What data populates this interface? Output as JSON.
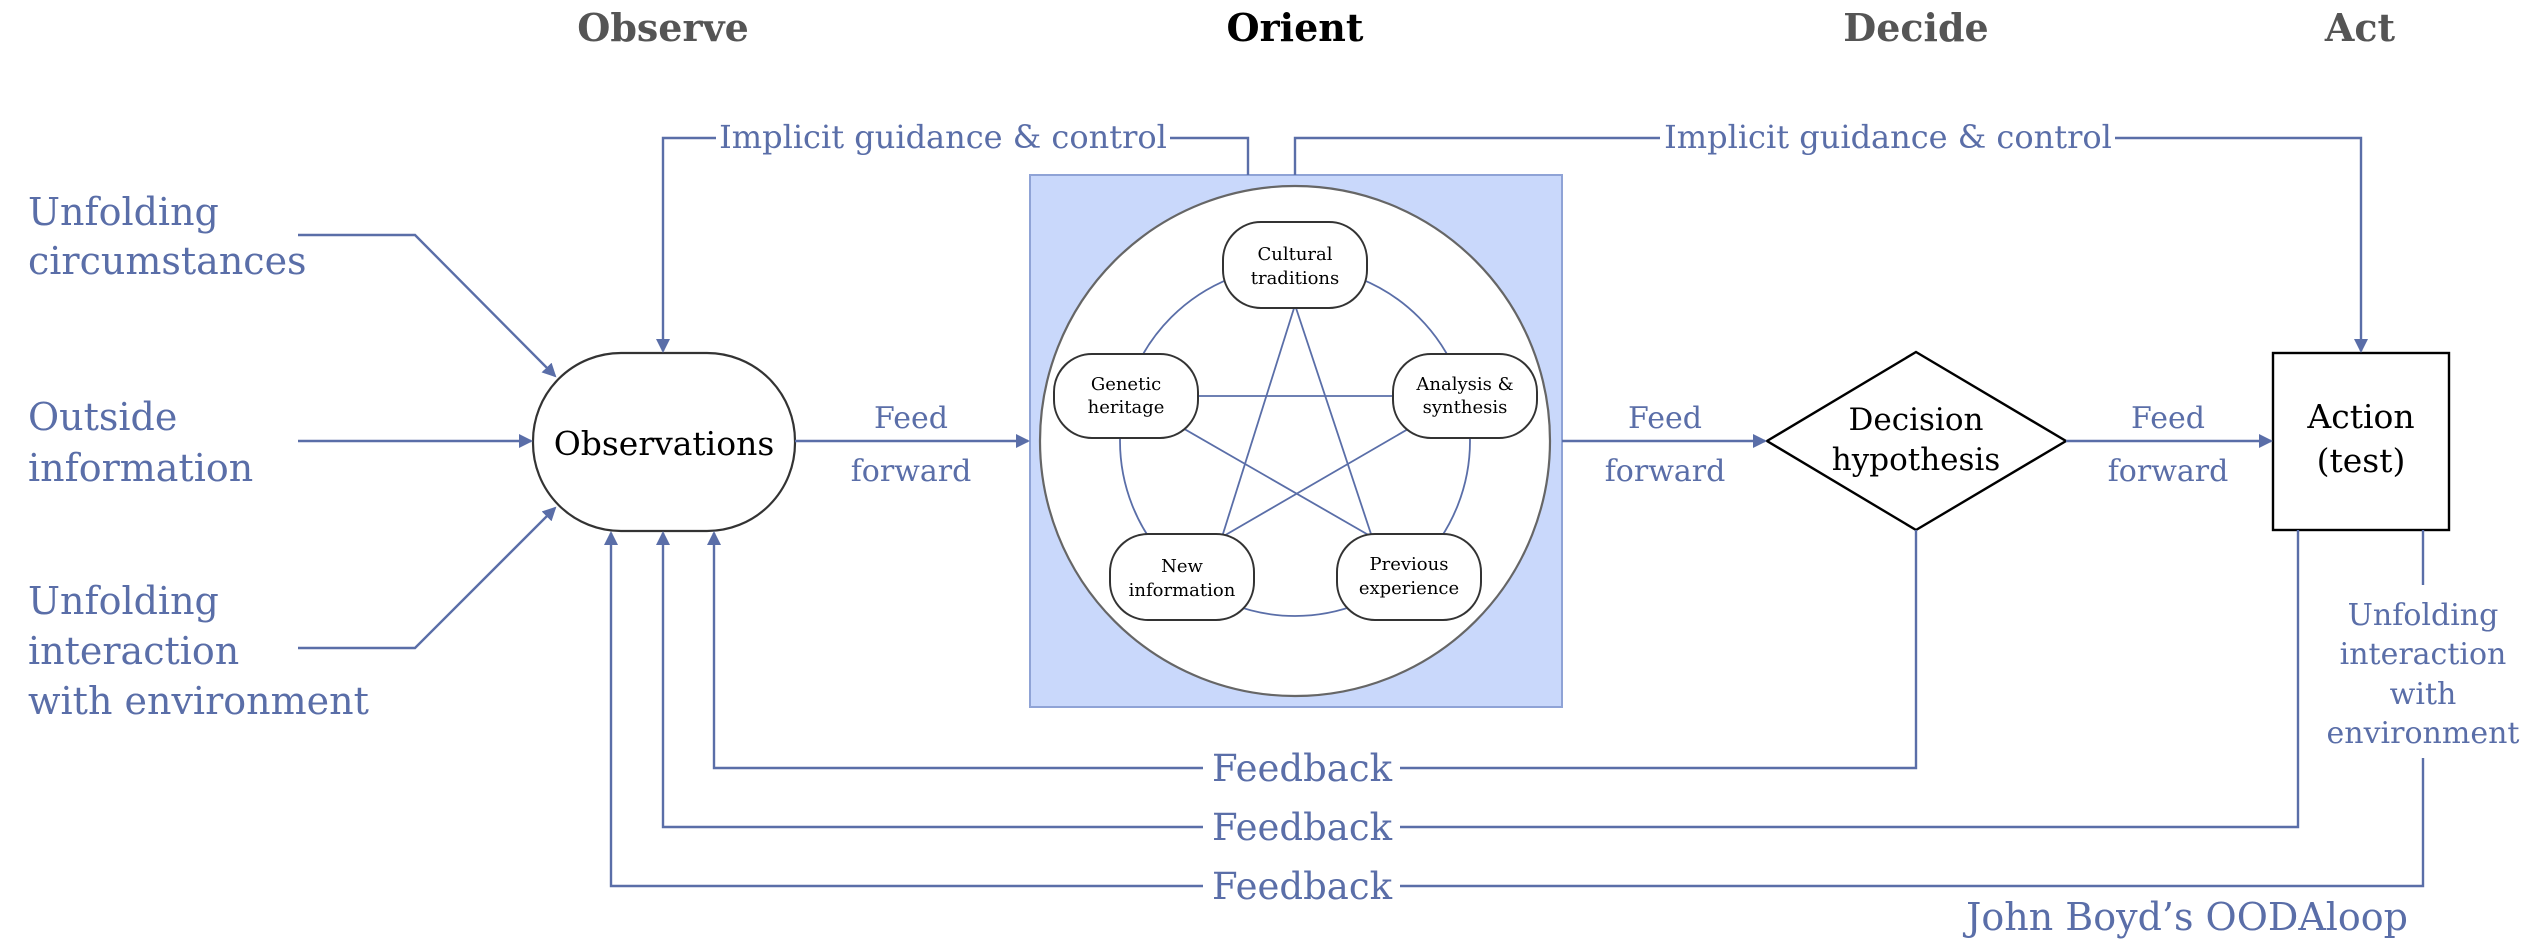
{
  "colors": {
    "accent": "#5a6ea8",
    "orient_panel": "#c9d8fb",
    "text": "#000000",
    "phase_muted": "#555555"
  },
  "phases": {
    "observe": "Observe",
    "orient": "Orient",
    "decide": "Decide",
    "act": "Act"
  },
  "inputs": {
    "unfolding_circumstances": [
      "Unfolding",
      "circumstances"
    ],
    "outside_information": [
      "Outside",
      "information"
    ],
    "unfolding_interaction": [
      "Unfolding",
      "interaction",
      "with environment"
    ]
  },
  "nodes": {
    "observations": "Observations",
    "decision": [
      "Decision",
      "hypothesis"
    ],
    "action": [
      "Action",
      "(test)"
    ]
  },
  "orient_nodes": {
    "cultural": [
      "Cultural",
      "traditions"
    ],
    "genetic": [
      "Genetic",
      "heritage"
    ],
    "analysis": [
      "Analysis &",
      "synthesis"
    ],
    "new_info": [
      "New",
      "information"
    ],
    "previous": [
      "Previous",
      "experience"
    ]
  },
  "labels": {
    "implicit_guidance": "Implicit guidance & control",
    "feed": "Feed",
    "forward": "forward",
    "feedback": "Feedback",
    "unfolding_interaction_right": [
      "Unfolding",
      "interaction",
      "with",
      "environment"
    ],
    "caption": "John Boyd’s OODAloop"
  }
}
